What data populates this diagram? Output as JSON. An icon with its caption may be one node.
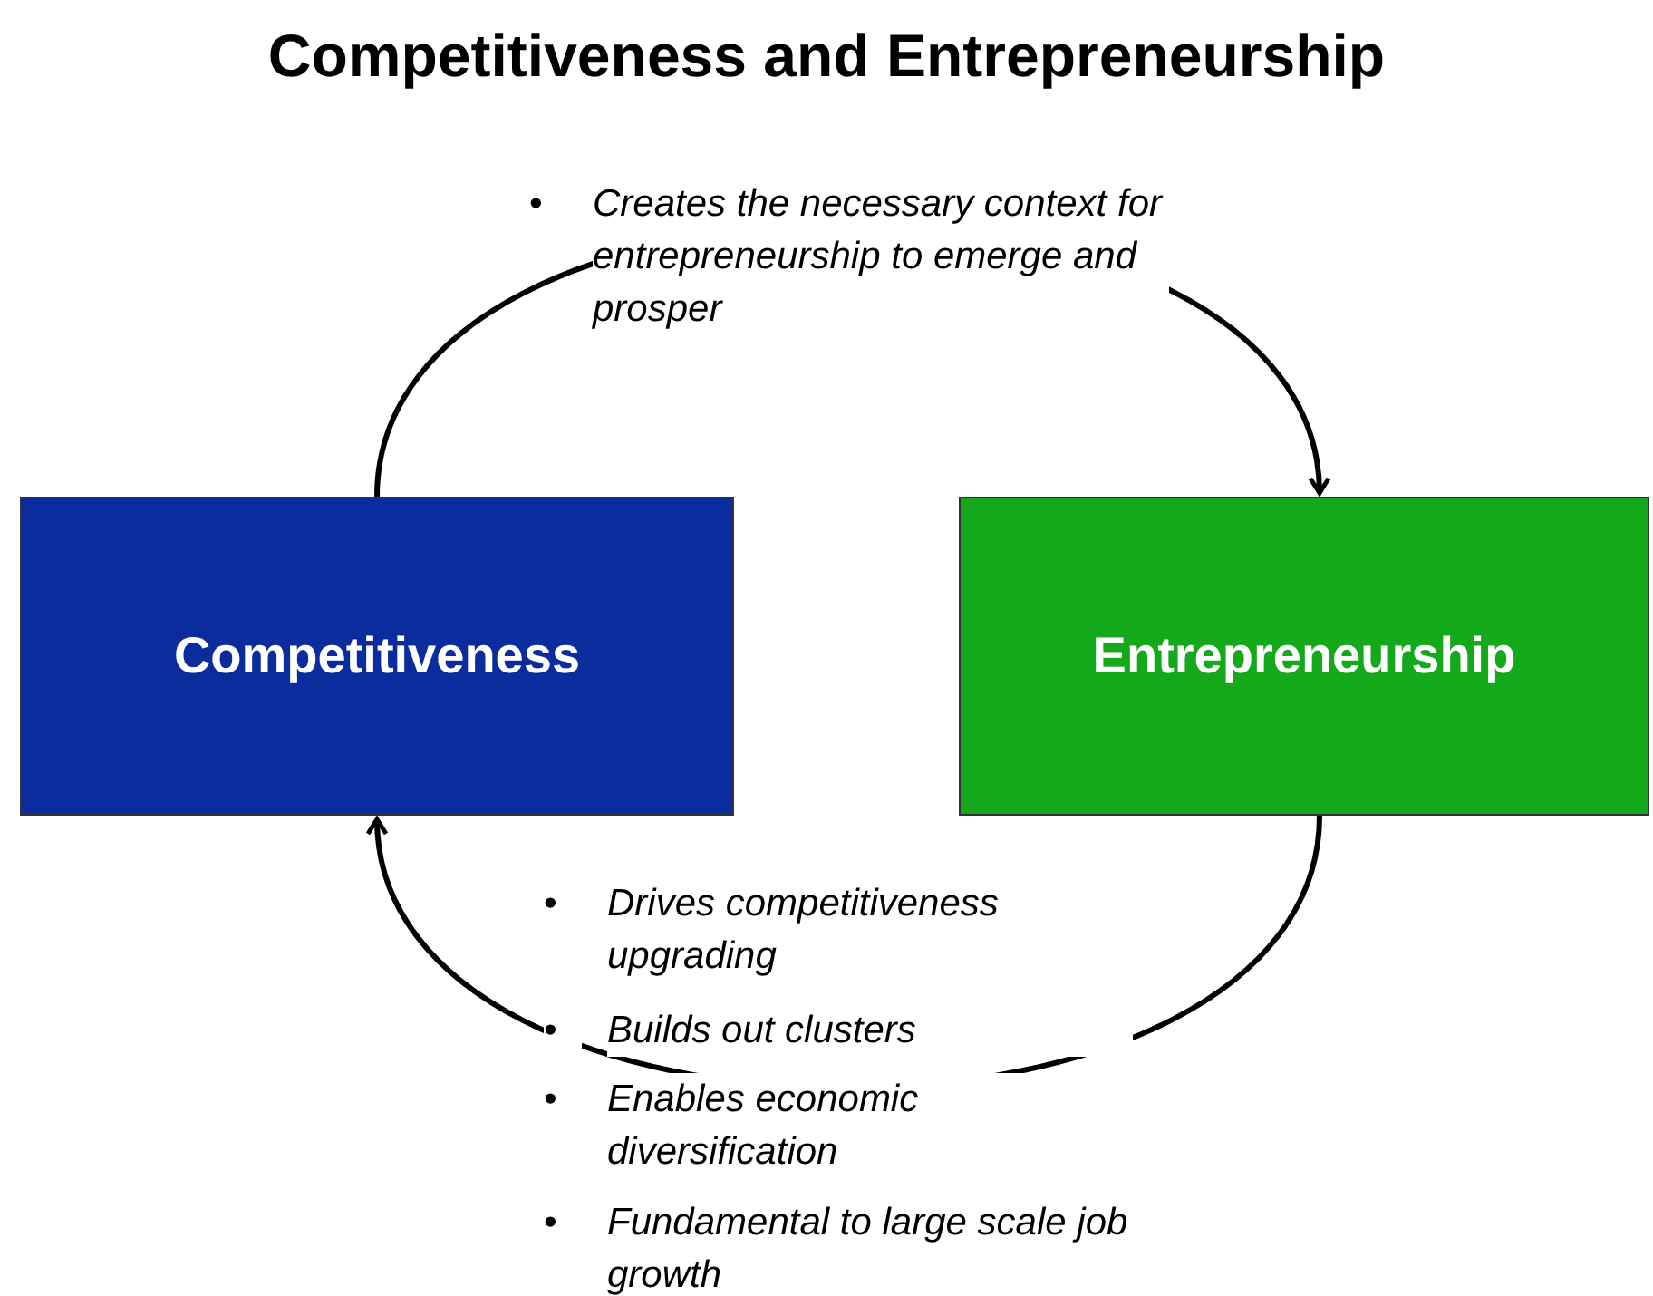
{
  "diagram": {
    "title": "Competitiveness and Entrepreneurship",
    "nodes": [
      {
        "text": [
          "Competitiveness"
        ]
      },
      {
        "text": [
          "Entrepreneurship"
        ]
      }
    ],
    "edges": [
      {
        "from": 0,
        "to": 1,
        "arrow": "to"
      },
      {
        "from": 1,
        "to": 0,
        "arrow": "to"
      }
    ],
    "labels": [
      "•",
      "Creates the necessary context for entrepreneurship to emerge and prosper",
      "•",
      "Drives competitiveness upgrading",
      "•",
      "Builds out clusters",
      "•",
      "Enables economic diversification",
      "•",
      "Fundamental to large scale job growth"
    ]
  }
}
